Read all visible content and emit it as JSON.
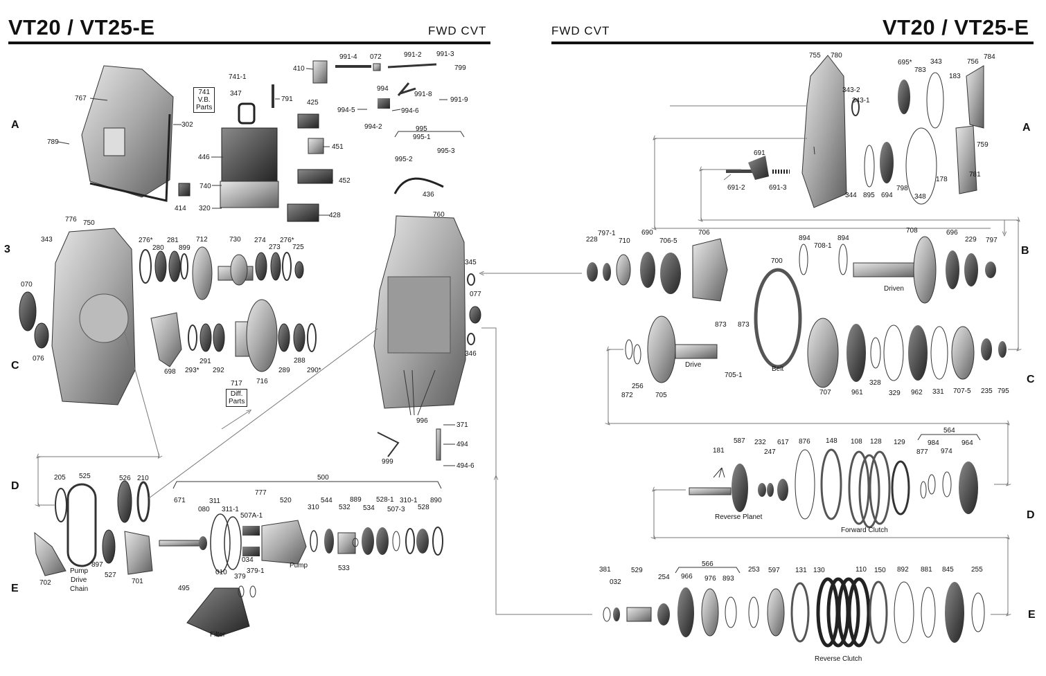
{
  "header": {
    "left_title": "VT20 / VT25-E",
    "left_subtitle": "FWD CVT",
    "right_title": "VT20 / VT25-E",
    "right_subtitle": "FWD CVT"
  },
  "rows_left": [
    "A",
    "3",
    "C",
    "D",
    "E"
  ],
  "rows_right": [
    "A",
    "B",
    "C",
    "D",
    "E"
  ],
  "boxes": {
    "vb": [
      "741",
      "V.B.",
      "Parts"
    ],
    "diff": [
      "717",
      "Diff.",
      "Parts"
    ]
  },
  "group_labels": {
    "driven": "Driven",
    "drive": "Drive",
    "belt": "Belt",
    "reverse_planet": "Reverse Planet",
    "forward_clutch": "Forward Clutch",
    "reverse_clutch": "Reverse Clutch",
    "pump": "Pump",
    "pump_drive_chain": [
      "Pump",
      "Drive",
      "Chain"
    ],
    "filter": "Filter"
  },
  "parts": [
    {
      "t": "767"
    },
    {
      "t": "789"
    },
    {
      "t": "302"
    },
    {
      "t": "414"
    },
    {
      "t": "741-1"
    },
    {
      "t": "347"
    },
    {
      "t": "791"
    },
    {
      "t": "446"
    },
    {
      "t": "740"
    },
    {
      "t": "320"
    },
    {
      "t": "410"
    },
    {
      "t": "425"
    },
    {
      "t": "451"
    },
    {
      "t": "452"
    },
    {
      "t": "428"
    },
    {
      "t": "991-4"
    },
    {
      "t": "072"
    },
    {
      "t": "991-2"
    },
    {
      "t": "991-3"
    },
    {
      "t": "799"
    },
    {
      "t": "994"
    },
    {
      "t": "991-8"
    },
    {
      "t": "991-9"
    },
    {
      "t": "994-5"
    },
    {
      "t": "994-6"
    },
    {
      "t": "994-2"
    },
    {
      "t": "995"
    },
    {
      "t": "995-1"
    },
    {
      "t": "995-2"
    },
    {
      "t": "995-3"
    },
    {
      "t": "436"
    },
    {
      "t": "776"
    },
    {
      "t": "750"
    },
    {
      "t": "343"
    },
    {
      "t": "070"
    },
    {
      "t": "076"
    },
    {
      "t": "276*"
    },
    {
      "t": "280"
    },
    {
      "t": "281"
    },
    {
      "t": "899"
    },
    {
      "t": "712"
    },
    {
      "t": "730"
    },
    {
      "t": "274"
    },
    {
      "t": "273"
    },
    {
      "t": "276*"
    },
    {
      "t": "725"
    },
    {
      "t": "698"
    },
    {
      "t": "293*"
    },
    {
      "t": "291"
    },
    {
      "t": "292"
    },
    {
      "t": "716"
    },
    {
      "t": "289"
    },
    {
      "t": "288"
    },
    {
      "t": "290*"
    },
    {
      "t": "760"
    },
    {
      "t": "345"
    },
    {
      "t": "077"
    },
    {
      "t": "346"
    },
    {
      "t": "996"
    },
    {
      "t": "371"
    },
    {
      "t": "494"
    },
    {
      "t": "494-6"
    },
    {
      "t": "999"
    },
    {
      "t": "205"
    },
    {
      "t": "525"
    },
    {
      "t": "526"
    },
    {
      "t": "210"
    },
    {
      "t": "897"
    },
    {
      "t": "527"
    },
    {
      "t": "702"
    },
    {
      "t": "701"
    },
    {
      "t": "500"
    },
    {
      "t": "671"
    },
    {
      "t": "080"
    },
    {
      "t": "311"
    },
    {
      "t": "311-1"
    },
    {
      "t": "777"
    },
    {
      "t": "507A-1"
    },
    {
      "t": "520"
    },
    {
      "t": "034"
    },
    {
      "t": "310"
    },
    {
      "t": "544"
    },
    {
      "t": "532"
    },
    {
      "t": "889"
    },
    {
      "t": "534"
    },
    {
      "t": "528-1"
    },
    {
      "t": "507-3"
    },
    {
      "t": "310-1"
    },
    {
      "t": "528"
    },
    {
      "t": "890"
    },
    {
      "t": "533"
    },
    {
      "t": "010"
    },
    {
      "t": "379"
    },
    {
      "t": "379-1"
    },
    {
      "t": "495"
    },
    {
      "t": "755"
    },
    {
      "t": "780"
    },
    {
      "t": "343-2"
    },
    {
      "t": "343-1"
    },
    {
      "t": "695*"
    },
    {
      "t": "783"
    },
    {
      "t": "343"
    },
    {
      "t": "183"
    },
    {
      "t": "756"
    },
    {
      "t": "784"
    },
    {
      "t": "759"
    },
    {
      "t": "691"
    },
    {
      "t": "691-2"
    },
    {
      "t": "691-3"
    },
    {
      "t": "344"
    },
    {
      "t": "895"
    },
    {
      "t": "694"
    },
    {
      "t": "798"
    },
    {
      "t": "348"
    },
    {
      "t": "178"
    },
    {
      "t": "781"
    },
    {
      "t": "228"
    },
    {
      "t": "797-1"
    },
    {
      "t": "710"
    },
    {
      "t": "690"
    },
    {
      "t": "706-5"
    },
    {
      "t": "706"
    },
    {
      "t": "700"
    },
    {
      "t": "894"
    },
    {
      "t": "708-1"
    },
    {
      "t": "894"
    },
    {
      "t": "708"
    },
    {
      "t": "696"
    },
    {
      "t": "229"
    },
    {
      "t": "797"
    },
    {
      "t": "872"
    },
    {
      "t": "256"
    },
    {
      "t": "705"
    },
    {
      "t": "873"
    },
    {
      "t": "873"
    },
    {
      "t": "705-1"
    },
    {
      "t": "707"
    },
    {
      "t": "961"
    },
    {
      "t": "328"
    },
    {
      "t": "329"
    },
    {
      "t": "962"
    },
    {
      "t": "331"
    },
    {
      "t": "707-5"
    },
    {
      "t": "235"
    },
    {
      "t": "795"
    },
    {
      "t": "181"
    },
    {
      "t": "587"
    },
    {
      "t": "232"
    },
    {
      "t": "247"
    },
    {
      "t": "617"
    },
    {
      "t": "876"
    },
    {
      "t": "148"
    },
    {
      "t": "108"
    },
    {
      "t": "128"
    },
    {
      "t": "129"
    },
    {
      "t": "564"
    },
    {
      "t": "877"
    },
    {
      "t": "984"
    },
    {
      "t": "974"
    },
    {
      "t": "964"
    },
    {
      "t": "381"
    },
    {
      "t": "032"
    },
    {
      "t": "529"
    },
    {
      "t": "254"
    },
    {
      "t": "566"
    },
    {
      "t": "966"
    },
    {
      "t": "976"
    },
    {
      "t": "893"
    },
    {
      "t": "253"
    },
    {
      "t": "597"
    },
    {
      "t": "131"
    },
    {
      "t": "130"
    },
    {
      "t": "110"
    },
    {
      "t": "150"
    },
    {
      "t": "892"
    },
    {
      "t": "881"
    },
    {
      "t": "845"
    },
    {
      "t": "255"
    }
  ]
}
